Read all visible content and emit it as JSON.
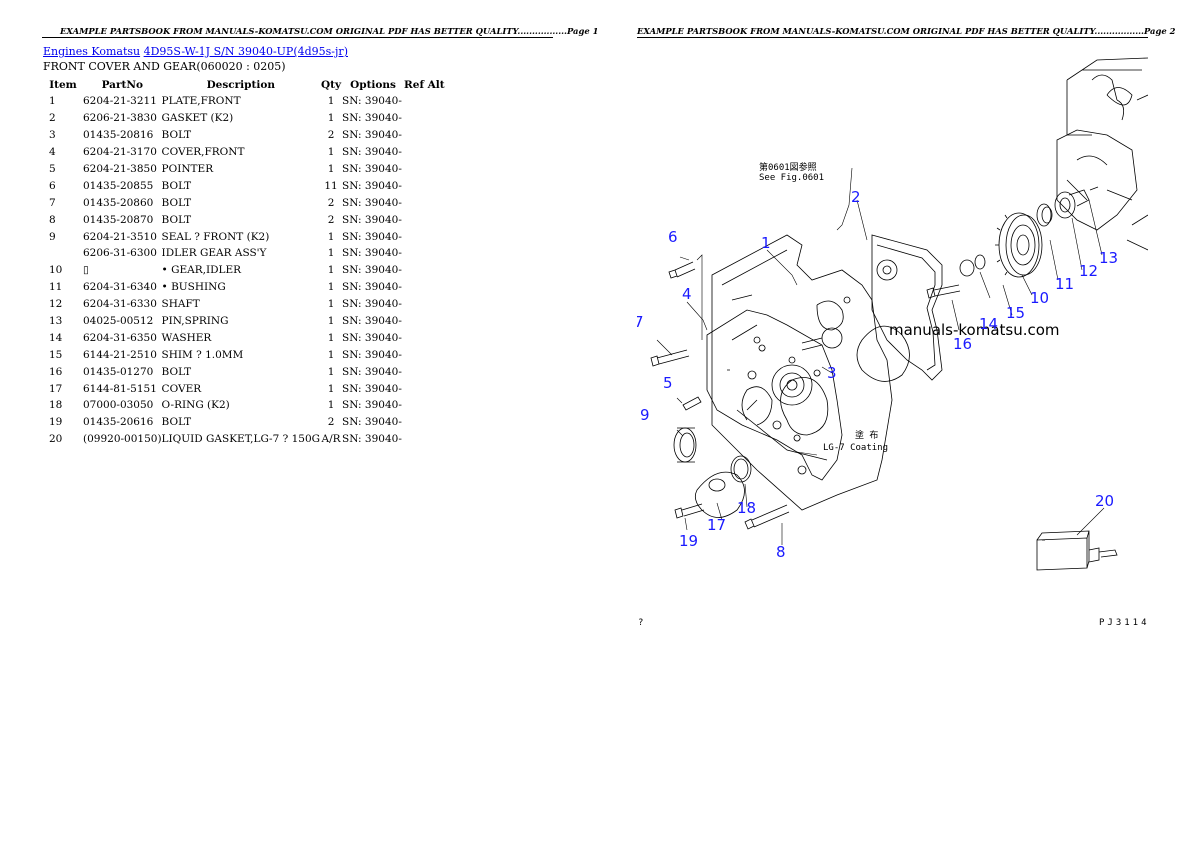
{
  "page1": {
    "header": "EXAMPLE PARTSBOOK FROM MANUALS-KOMATSU.COM ORIGINAL PDF HAS BETTER QUALITY.................Page 1",
    "breadcrumb": {
      "link1": "Engines Komatsu",
      "link2": "4D95S-W-1J S/N 39040-UP(4d95s-jr)"
    },
    "subtitle": "FRONT COVER AND GEAR(060020 : 0205)",
    "columns": [
      "Item",
      "PartNo",
      "Description",
      "Qty",
      "Options",
      "Ref Alt"
    ],
    "rows": [
      [
        "1",
        "6204-21-3211",
        "PLATE,FRONT",
        "1",
        "SN: 39040-",
        ""
      ],
      [
        "2",
        "6206-21-3830",
        "GASKET (K2)",
        "1",
        "SN: 39040-",
        ""
      ],
      [
        "3",
        "01435-20816",
        "BOLT",
        "2",
        "SN: 39040-",
        ""
      ],
      [
        "4",
        "6204-21-3170",
        "COVER,FRONT",
        "1",
        "SN: 39040-",
        ""
      ],
      [
        "5",
        "6204-21-3850",
        "POINTER",
        "1",
        "SN: 39040-",
        ""
      ],
      [
        "6",
        "01435-20855",
        "BOLT",
        "11",
        "SN: 39040-",
        ""
      ],
      [
        "7",
        "01435-20860",
        "BOLT",
        "2",
        "SN: 39040-",
        ""
      ],
      [
        "8",
        "01435-20870",
        "BOLT",
        "2",
        "SN: 39040-",
        ""
      ],
      [
        "9",
        "6204-21-3510",
        "SEAL ? FRONT (K2)",
        "1",
        "SN: 39040-",
        ""
      ],
      [
        "",
        "6206-31-6300",
        "IDLER GEAR ASS'Y",
        "1",
        "SN: 39040-",
        ""
      ],
      [
        "10",
        "▯",
        "• GEAR,IDLER",
        "1",
        "SN: 39040-",
        ""
      ],
      [
        "11",
        "6204-31-6340",
        "• BUSHING",
        "1",
        "SN: 39040-",
        ""
      ],
      [
        "12",
        "6204-31-6330",
        "SHAFT",
        "1",
        "SN: 39040-",
        ""
      ],
      [
        "13",
        "04025-00512",
        "PIN,SPRING",
        "1",
        "SN: 39040-",
        ""
      ],
      [
        "14",
        "6204-31-6350",
        "WASHER",
        "1",
        "SN: 39040-",
        ""
      ],
      [
        "15",
        "6144-21-2510",
        "SHIM ? 1.0MM",
        "1",
        "SN: 39040-",
        ""
      ],
      [
        "16",
        "01435-01270",
        "BOLT",
        "1",
        "SN: 39040-",
        ""
      ],
      [
        "17",
        "6144-81-5151",
        "COVER",
        "1",
        "SN: 39040-",
        ""
      ],
      [
        "18",
        "07000-03050",
        "O-RING (K2)",
        "1",
        "SN: 39040-",
        ""
      ],
      [
        "19",
        "01435-20616",
        "BOLT",
        "2",
        "SN: 39040-",
        ""
      ],
      [
        "20",
        "(09920-00150)",
        "LIQUID GASKET,LG-7 ? 150G",
        "A/R",
        "SN: 39040-",
        ""
      ]
    ]
  },
  "page2": {
    "header": "EXAMPLE PARTSBOOK FROM MANUALS-KOMATSU.COM ORIGINAL PDF HAS BETTER QUALITY.................Page 2",
    "diagram": {
      "watermark": "manuals-komatsu.com",
      "see_fig_jp": "第0601図参照",
      "see_fig": "See Fig.0601",
      "coating_jp": "塗 布",
      "coating": "LG-7 Coating",
      "drawing_code": "PJ3114",
      "corner_mark": "?",
      "callouts": [
        "1",
        "2",
        "3",
        "4",
        "5",
        "6",
        "7",
        "8",
        "9",
        "10",
        "11",
        "12",
        "13",
        "14",
        "15",
        "16",
        "17",
        "18",
        "19",
        "20"
      ],
      "callout_color": "#1a1aff"
    }
  }
}
